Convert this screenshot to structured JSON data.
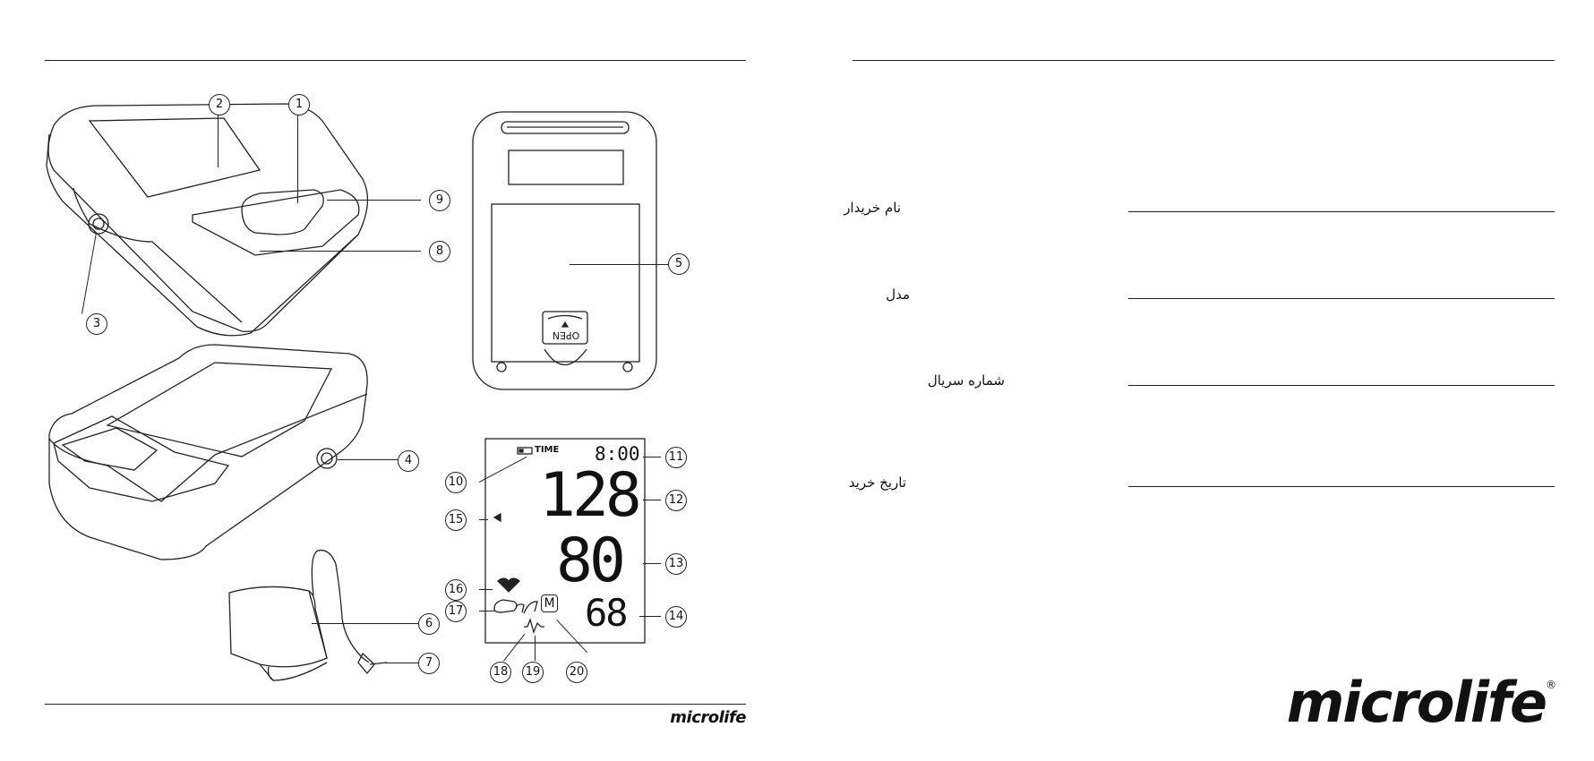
{
  "left_page": {
    "callouts": [
      "1",
      "2",
      "3",
      "4",
      "5",
      "6",
      "7",
      "8",
      "9",
      "10",
      "11",
      "12",
      "13",
      "14",
      "15",
      "16",
      "17",
      "18",
      "19",
      "20"
    ],
    "device_back": {
      "latch_label": "OPEN"
    },
    "lcd": {
      "time_label": "TIME",
      "time_value": "8:00",
      "systolic": "128",
      "diastolic": "80",
      "pulse": "68",
      "memory_badge": "M"
    },
    "footer_brand": "microlife"
  },
  "right_page": {
    "fields": [
      {
        "label": "نام خریدار"
      },
      {
        "label": "مدل"
      },
      {
        "label": "شماره سریال"
      },
      {
        "label": "تاریخ خرید"
      }
    ],
    "brand": "microlife",
    "brand_mark": "®"
  }
}
